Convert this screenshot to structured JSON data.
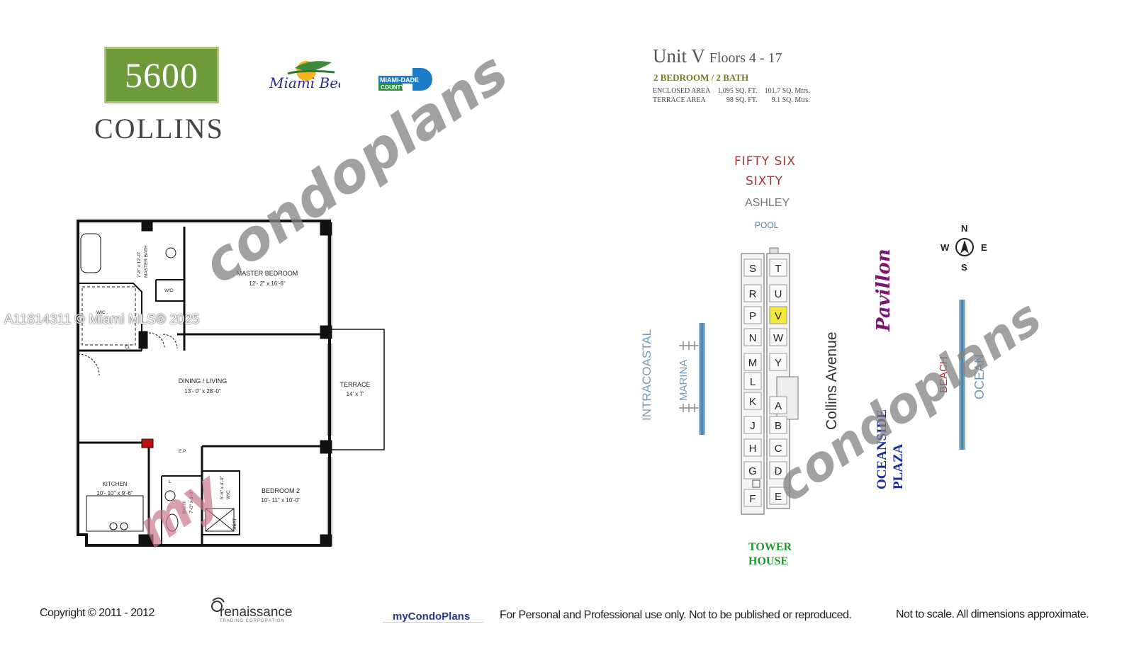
{
  "header": {
    "logo_number": "5600",
    "logo_name": "COLLINS",
    "miami_beach_logo": "Miami Beach",
    "miami_dade_logo_line1": "MIAMI-DADE",
    "miami_dade_logo_line2": "COUNTY"
  },
  "unit": {
    "title": "Unit V",
    "floors": "Floors 4 - 17",
    "bed_bath": "2 BEDROOM / 2 BATH",
    "areas": [
      {
        "label": "ENCLOSED AREA",
        "sqft": "1,095 SQ. FT.",
        "sqm": "101.7 SQ. Mtrs."
      },
      {
        "label": "TERRACE AREA",
        "sqft": "98 SQ. FT.",
        "sqm": "9.1 SQ. Mtrs."
      }
    ]
  },
  "floorplan": {
    "rooms": [
      {
        "name": "MASTER BEDROOM",
        "dims": "12'- 2\" x 16'-6\""
      },
      {
        "name": "DINING / LIVING",
        "dims": "13'- 0\" x 28'-0\""
      },
      {
        "name": "TERRACE",
        "dims": "14' x 7'"
      },
      {
        "name": "KITCHEN",
        "dims": "10'- 10\" x 9'-6\""
      },
      {
        "name": "BEDROOM 2",
        "dims": "10'- 11\" x 10'-0\""
      }
    ],
    "small_labels": {
      "master_bath": "MASTER BATH",
      "master_bath_dims": "7'-8\" x 12'-0\"",
      "wd": "W/D",
      "wic": "WIC",
      "cl": "CL",
      "ep": "E.P.",
      "l": "L",
      "bath": "BATH",
      "bath_dims": "7'-0\" x 9'-0\"",
      "wic2": "WIC",
      "wic2_dims": "5'-6\" x 4'-0\"",
      "seat": "SEAT"
    }
  },
  "sitemap": {
    "neighbors": [
      "FIFTY SIX",
      "SIXTY"
    ],
    "ashley": "ASHLEY",
    "pool": "POOL",
    "compass": {
      "n": "N",
      "s": "S",
      "e": "E",
      "w": "W"
    },
    "left_units": [
      "S",
      "R",
      "P",
      "N",
      "M",
      "L",
      "K",
      "J",
      "H",
      "G",
      "F"
    ],
    "right_units": [
      "T",
      "U",
      "V",
      "W",
      "Y",
      "A",
      "B",
      "C",
      "D",
      "E"
    ],
    "highlight_unit": "V",
    "highlight_color": "#f2e93a",
    "intracoastal": "INTRACOASTAL",
    "marina": "MARINA",
    "street": "Collins Avenue",
    "pavillon": "Pavillon",
    "oceanside": "OCEANSIDE",
    "plaza": "PLAZA",
    "beach": "BEACH",
    "ocean": "OCEAN",
    "tower": "TOWER",
    "house": "HOUSE"
  },
  "watermarks": {
    "mls": "A11814311 © Miami MLS® 2025",
    "condo_main": "condoplans",
    "condo_my": "my"
  },
  "footer": {
    "copyright": "Copyright © 2011 - 2012",
    "renaissance": "renaissance",
    "renaissance_sub": "TRADING CORPORATION",
    "mycondoplans": "myCondoPlans",
    "usage": "For Personal and Professional use only.  Not to be published or reproduced.",
    "scale": "Not to scale.  All dimensions approximate."
  }
}
